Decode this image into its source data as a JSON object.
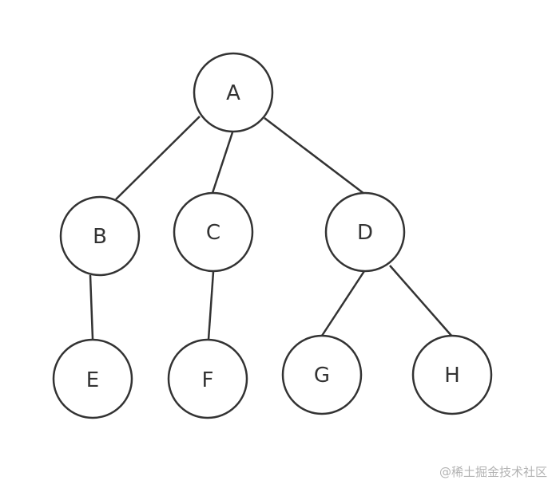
{
  "tree": {
    "nodes": [
      {
        "id": "A",
        "label": "A"
      },
      {
        "id": "B",
        "label": "B"
      },
      {
        "id": "C",
        "label": "C"
      },
      {
        "id": "D",
        "label": "D"
      },
      {
        "id": "E",
        "label": "E"
      },
      {
        "id": "F",
        "label": "F"
      },
      {
        "id": "G",
        "label": "G"
      },
      {
        "id": "H",
        "label": "H"
      }
    ],
    "edges": [
      {
        "from": "A",
        "to": "B"
      },
      {
        "from": "A",
        "to": "C"
      },
      {
        "from": "A",
        "to": "D"
      },
      {
        "from": "B",
        "to": "E"
      },
      {
        "from": "C",
        "to": "F"
      },
      {
        "from": "D",
        "to": "G"
      },
      {
        "from": "D",
        "to": "H"
      }
    ]
  },
  "watermark": "@稀土掘金技术社区",
  "colors": {
    "stroke": "#333333",
    "fill": "#ffffff",
    "watermark": "#b3b3b3"
  }
}
